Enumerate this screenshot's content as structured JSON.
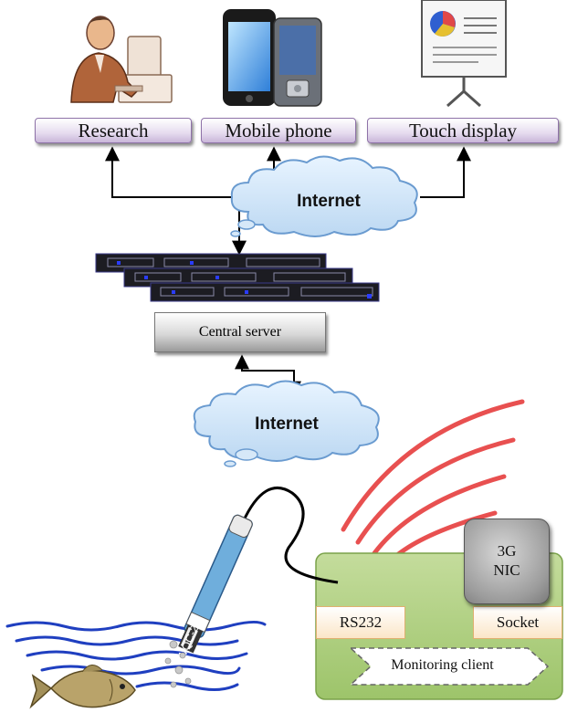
{
  "users": {
    "research": "Research",
    "mobile": "Mobile phone",
    "touch": "Touch display"
  },
  "network": {
    "internet_top": "Internet",
    "internet_bottom": "Internet"
  },
  "server": {
    "label": "Central server"
  },
  "client": {
    "rs232": "RS232",
    "socket": "Socket",
    "nic_line1": "3G",
    "nic_line2": "NIC",
    "monitoring": "Monitoring client"
  },
  "sensor": {
    "label": "WQC-24"
  },
  "colors": {
    "box_border": "#8e72a8",
    "client_green": "#a8cc78",
    "wave_red": "#e85050",
    "water_blue": "#1f3fc0"
  }
}
